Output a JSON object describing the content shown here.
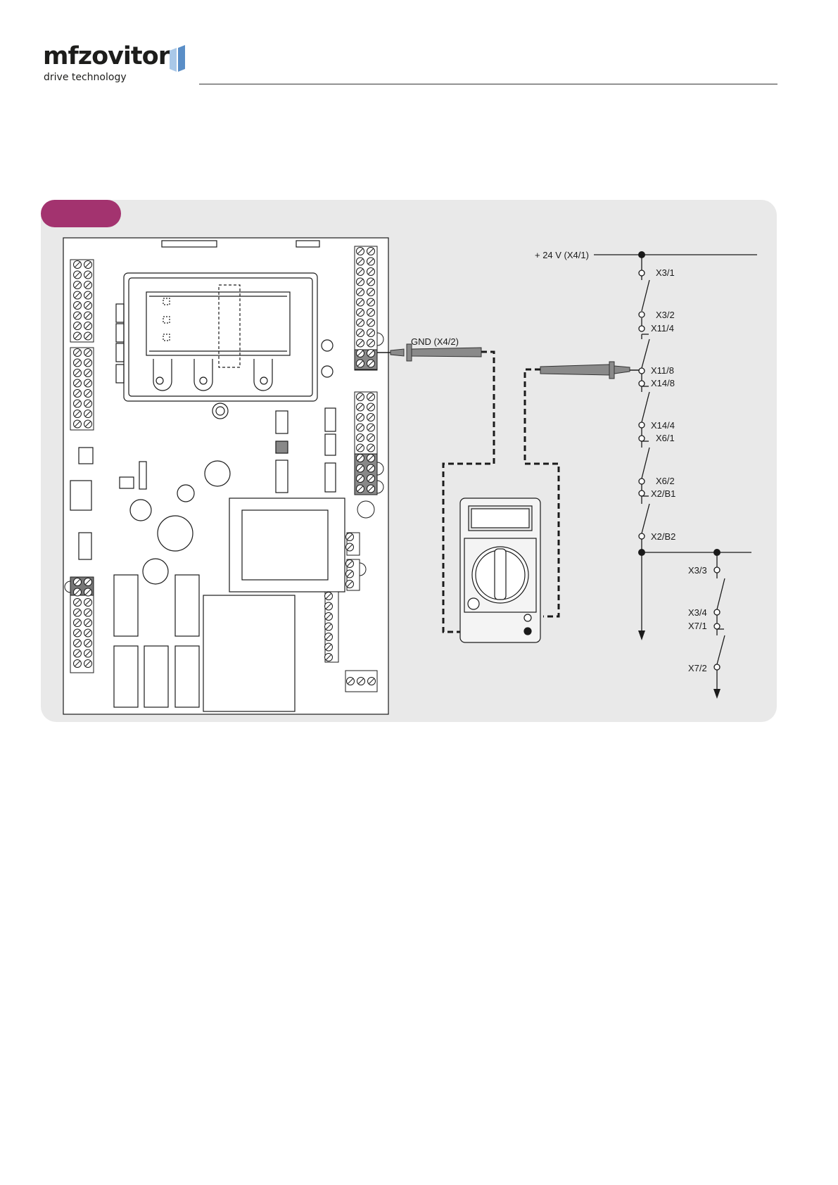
{
  "header": {
    "brand": "mfzovitor",
    "tagline": "drive technology"
  },
  "colors": {
    "accent": "#a3336f",
    "panel": "#e9e9e9",
    "logo_mark": "#5a8ec7"
  },
  "diagram": {
    "supply_label": "+ 24 V (X4/1)",
    "gnd_label": "GND (X4/2)",
    "chain_main": [
      "X3/1",
      "X3/2",
      "X11/4",
      "X11/8",
      "X14/8",
      "X14/4",
      "X6/1",
      "X6/2",
      "X2/B1",
      "X2/B2"
    ],
    "chain_branch": [
      "X3/3",
      "X3/4",
      "X7/1",
      "X7/2"
    ]
  }
}
